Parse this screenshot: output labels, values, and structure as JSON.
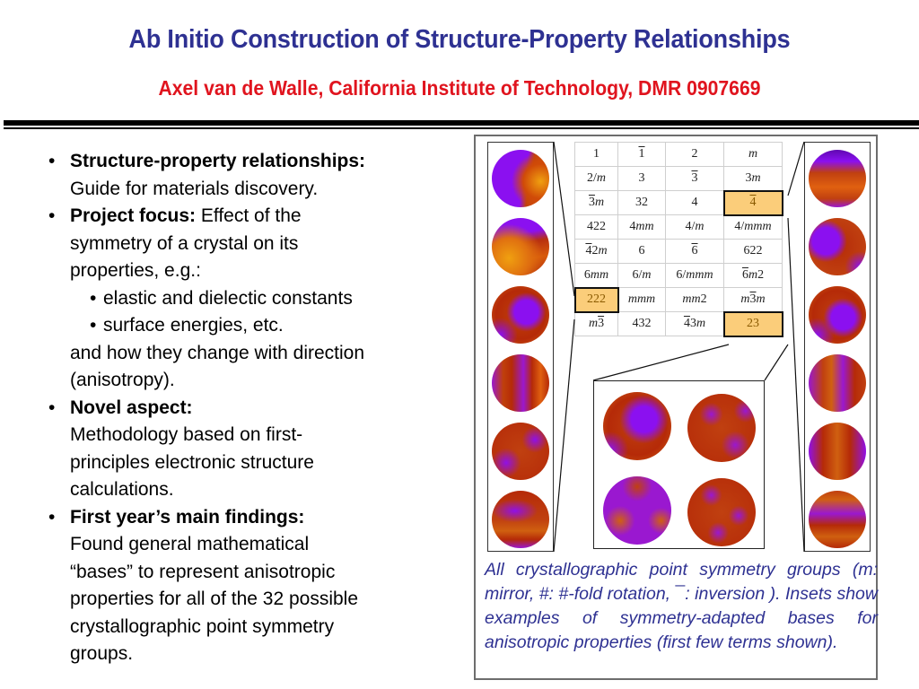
{
  "header": {
    "title": "Ab Initio Construction of Structure-Property Relationships",
    "subtitle": "Axel van de Walle, California Institute of Technology, DMR 0907669",
    "title_color": "#2e3192",
    "subtitle_color": "#e0141e"
  },
  "bullets": [
    {
      "heading": "Structure-property relationships:",
      "lines": [
        "Guide for materials discovery."
      ]
    },
    {
      "heading": "Project focus:",
      "inline": " Effect of the",
      "lines": [
        "symmetry of a crystal on its",
        "properties, e.g.:"
      ],
      "subitems": [
        "elastic and dielectic constants",
        "surface energies, etc."
      ],
      "after": [
        "and how they change with direction",
        "(anisotropy)."
      ]
    },
    {
      "heading": "Novel aspect:",
      "lines": [
        "Methodology based on first-",
        "principles electronic structure",
        "calculations."
      ]
    },
    {
      "heading": "First year’s main findings:",
      "lines": [
        "Found general mathematical",
        "“bases” to represent anisotropic",
        "properties for all of the 32 possible",
        "crystallographic point symmetry",
        "groups."
      ]
    }
  ],
  "symmetry_table": {
    "highlight_color": "#fbcd7a",
    "rows": [
      [
        "1",
        "1̅",
        "2",
        "m"
      ],
      [
        "2/m",
        "3",
        "3̅",
        "3m"
      ],
      [
        "3̅m",
        "32",
        "4",
        "4̅"
      ],
      [
        "422",
        "4mm",
        "4/m",
        "4/mmm"
      ],
      [
        "4̅2m",
        "6",
        "6̅",
        "622"
      ],
      [
        "6mm",
        "6/m",
        "6/mmm",
        "6̅m2"
      ],
      [
        "222",
        "mmm",
        "mm2",
        "m3̅m"
      ],
      [
        "m3̅",
        "432",
        "4̅3m",
        "23"
      ]
    ],
    "highlighted": [
      "4̅",
      "222",
      "23"
    ]
  },
  "insets": {
    "left_strip_group": "222",
    "right_strip_group": "4̅",
    "center_inset_group": "23",
    "sphere_colors": {
      "purple": "#8b10f0",
      "orange": "#e0600a",
      "red": "#b52a08",
      "yellow": "#f0a010"
    }
  },
  "caption": "All crystallographic point symmetry groups (m: mirror, #: #-fold rotation, ¯: inversion ). Insets show examples of symmetry-adapted bases for anisotropic properties (first few terms shown)."
}
